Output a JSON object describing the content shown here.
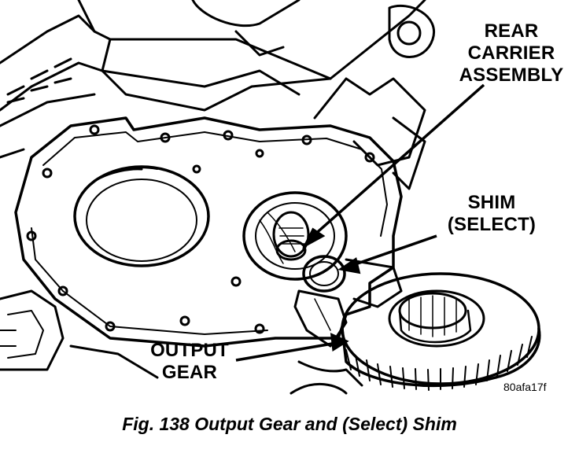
{
  "callouts": {
    "rear_carrier": [
      "REAR",
      "CARRIER",
      "ASSEMBLY"
    ],
    "shim": [
      "SHIM",
      "(SELECT)"
    ],
    "output_gear": [
      "OUTPUT",
      "GEAR"
    ]
  },
  "reference_code": "80afa17f",
  "caption": "Fig. 138 Output Gear and (Select) Shim"
}
